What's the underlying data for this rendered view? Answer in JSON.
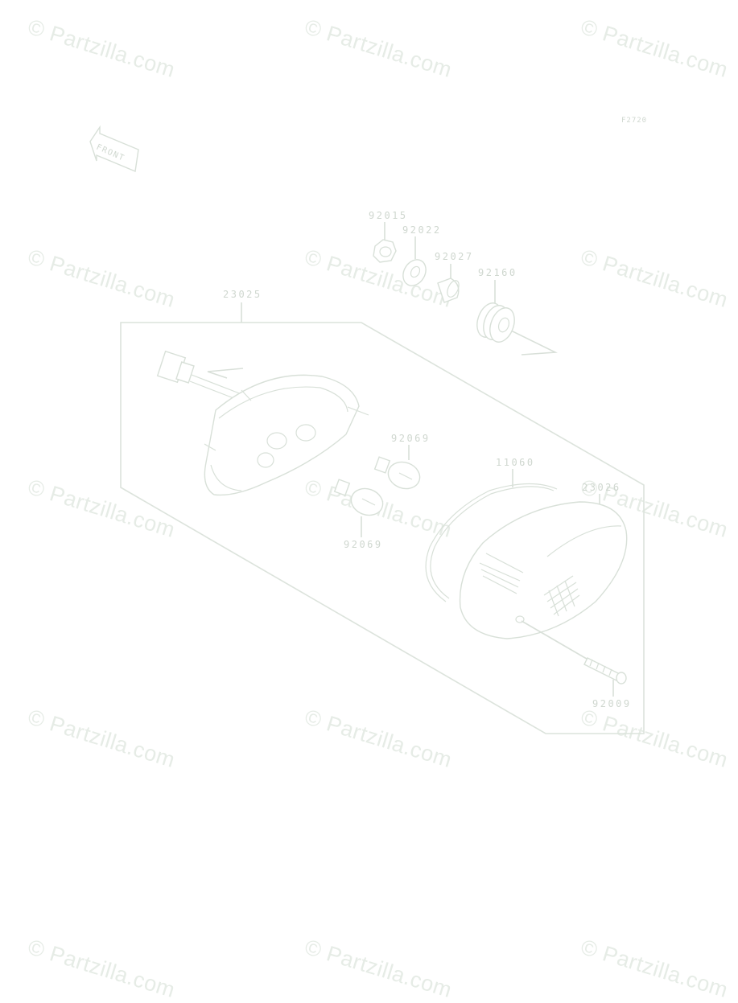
{
  "figure_code": "F2720",
  "front_arrow_label": "FRONT",
  "watermark_text": "© Partzilla.com",
  "watermark_color": "#e6ece6",
  "line_color": "#d9e0d9",
  "callouts": {
    "washer_nut": "92015",
    "washer": "92022",
    "collar": "92027",
    "grommet": "92160",
    "base_assembly": "23025",
    "bulb_upper": "92069",
    "bulb_lower": "92069",
    "gasket": "11060",
    "lens": "23026",
    "screw": "92009"
  }
}
